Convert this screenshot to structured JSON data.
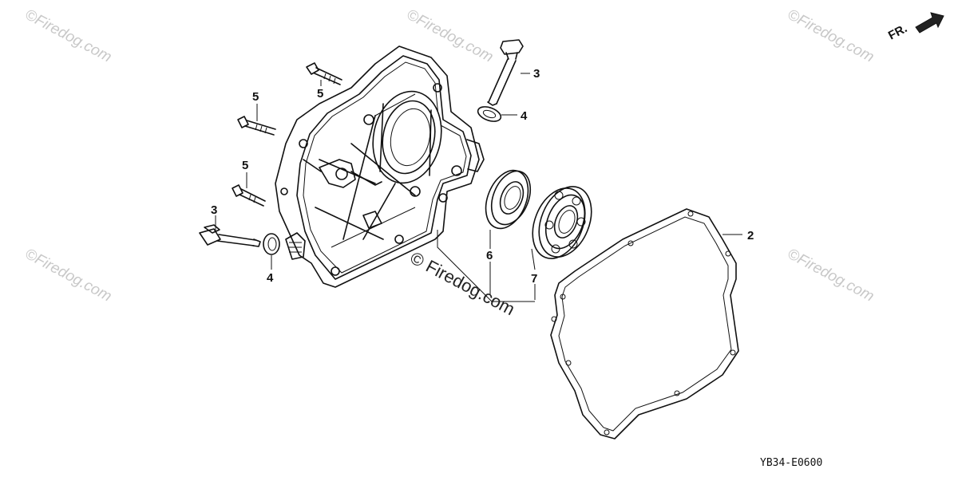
{
  "diagram": {
    "watermark_text": "©Firedog.com",
    "center_watermark_text": "© Firedog.com",
    "direction_label": "FR.",
    "diagram_code": "YB34-E0600",
    "callouts": [
      {
        "id": "c2",
        "label": "2"
      },
      {
        "id": "c3a",
        "label": "3"
      },
      {
        "id": "c3b",
        "label": "3"
      },
      {
        "id": "c4a",
        "label": "4"
      },
      {
        "id": "c4b",
        "label": "4"
      },
      {
        "id": "c5a",
        "label": "5"
      },
      {
        "id": "c5b",
        "label": "5"
      },
      {
        "id": "c5c",
        "label": "5"
      },
      {
        "id": "c6",
        "label": "6"
      },
      {
        "id": "c7",
        "label": "7"
      }
    ],
    "icons": [
      "direction-arrow-icon"
    ]
  }
}
